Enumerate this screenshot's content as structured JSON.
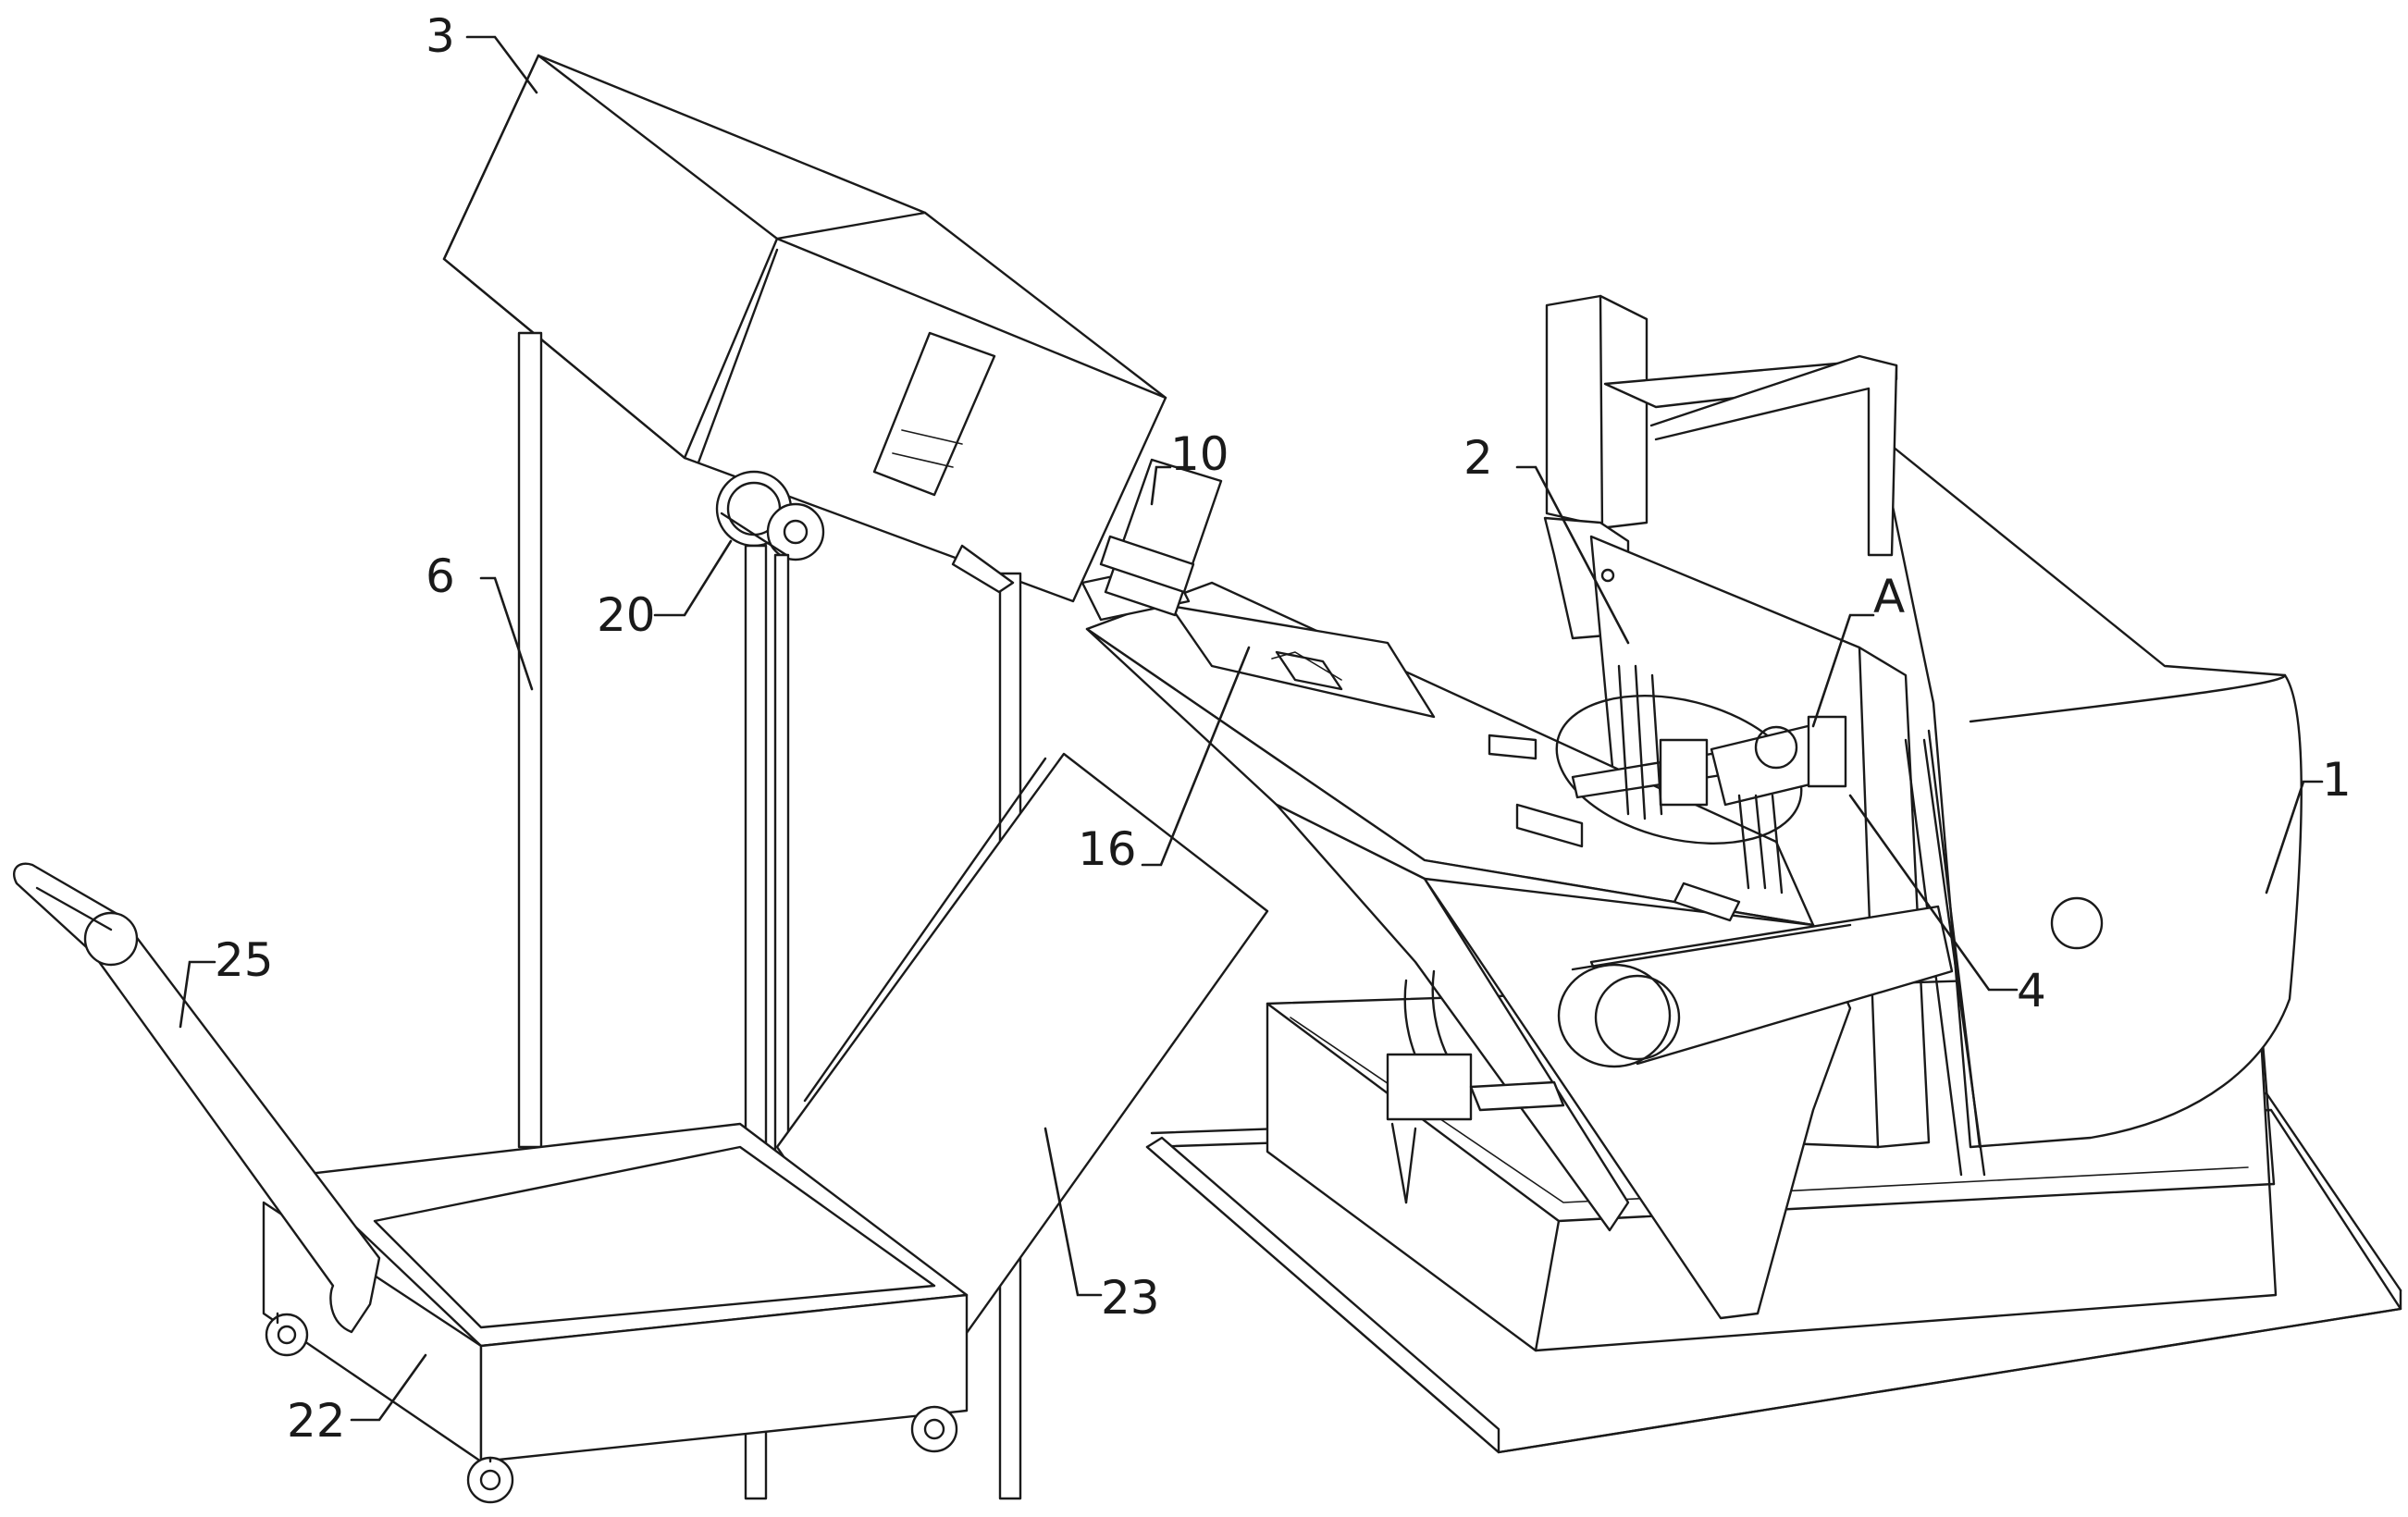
{
  "labels": {
    "l1": "1",
    "l2": "2",
    "l3": "3",
    "l4": "4",
    "l6": "6",
    "l10": "10",
    "l16": "16",
    "l20": "20",
    "l22": "22",
    "l23": "23",
    "l25": "25",
    "lA": "A"
  }
}
